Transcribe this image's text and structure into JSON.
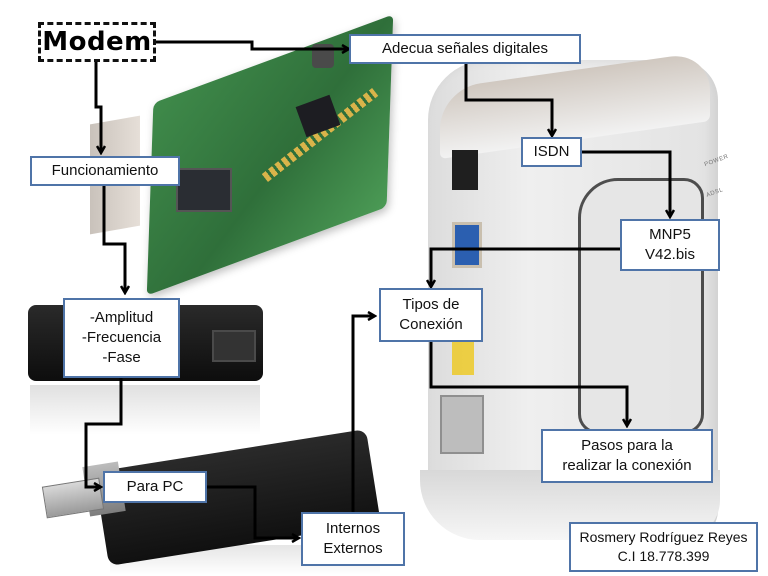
{
  "diagram": {
    "root": {
      "id": "modem",
      "label": "Modem"
    },
    "nodes": [
      {
        "id": "adecua",
        "lines": [
          "Adecua señales digitales"
        ]
      },
      {
        "id": "isdn",
        "lines": [
          "ISDN"
        ]
      },
      {
        "id": "mnp5",
        "lines": [
          "MNP5",
          "V42.bis"
        ]
      },
      {
        "id": "funcionamiento",
        "lines": [
          "Funcionamiento"
        ]
      },
      {
        "id": "caracteristicas",
        "lines": [
          "-Amplitud",
          "-Frecuencia",
          "-Fase"
        ]
      },
      {
        "id": "para-pc",
        "lines": [
          "Para PC"
        ]
      },
      {
        "id": "internos",
        "lines": [
          "Internos",
          "Externos"
        ]
      },
      {
        "id": "tipos",
        "lines": [
          "Tipos de",
          "Conexión"
        ]
      },
      {
        "id": "pasos",
        "lines": [
          "Pasos para la",
          "realizar la conexión"
        ]
      }
    ],
    "edges": [
      {
        "from": "modem",
        "to": "adecua"
      },
      {
        "from": "adecua",
        "to": "isdn"
      },
      {
        "from": "isdn",
        "to": "mnp5"
      },
      {
        "from": "mnp5",
        "to": "tipos"
      },
      {
        "from": "modem",
        "to": "funcionamiento"
      },
      {
        "from": "funcionamiento",
        "to": "caracteristicas"
      },
      {
        "from": "caracteristicas",
        "to": "para-pc"
      },
      {
        "from": "para-pc",
        "to": "internos"
      },
      {
        "from": "internos",
        "to": "tipos"
      },
      {
        "from": "tipos",
        "to": "pasos"
      }
    ],
    "credits": {
      "lines": [
        "Rosmery Rodríguez Reyes",
        "C.I 18.778.399"
      ]
    }
  },
  "background": {
    "images": [
      "internal-modem-pci-card",
      "adsl-router-white",
      "usb-modem-stick-closed",
      "usb-modem-stick-open"
    ],
    "router_led_labels": [
      "POWER",
      "ADSL"
    ]
  },
  "colors": {
    "box_border": "#4f74a8",
    "arrow": "#000000",
    "root_border": "#111111"
  }
}
